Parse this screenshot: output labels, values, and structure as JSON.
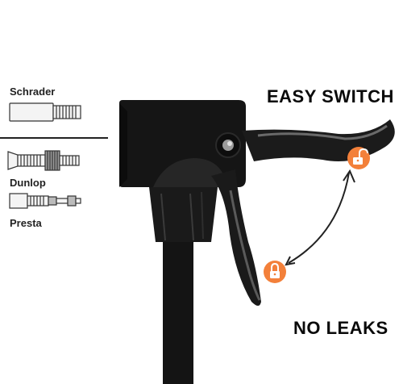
{
  "valve_types": {
    "schrader": "Schrader",
    "dunlop": "Dunlop",
    "presta": "Presta"
  },
  "callouts": {
    "easy_switch": "EASY SWITCH",
    "no_leaks": "NO LEAKS"
  },
  "icons": {
    "unlock": "unlocked-padlock-icon",
    "lock": "locked-padlock-icon"
  },
  "colors": {
    "badge": "#f3803a",
    "pump_body": "#141414",
    "pump_highlight": "#6a6a6a"
  }
}
